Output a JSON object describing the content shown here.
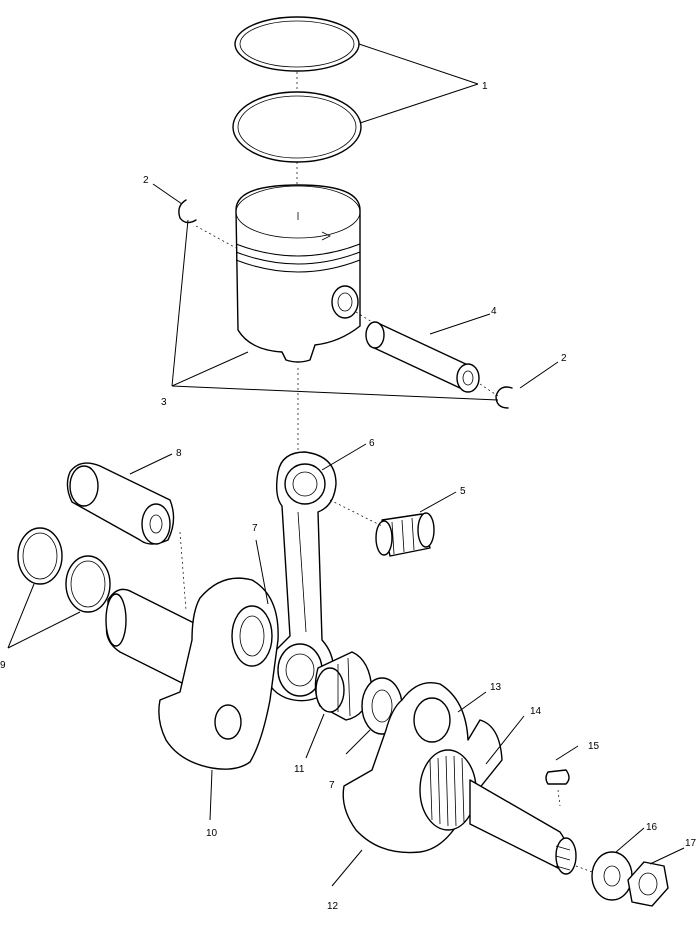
{
  "callouts": [
    {
      "id": "c1",
      "label": "1"
    },
    {
      "id": "c2a",
      "label": "2"
    },
    {
      "id": "c2b",
      "label": "2"
    },
    {
      "id": "c3",
      "label": "3"
    },
    {
      "id": "c4",
      "label": "4"
    },
    {
      "id": "c5",
      "label": "5"
    },
    {
      "id": "c6",
      "label": "6"
    },
    {
      "id": "c7a",
      "label": "7"
    },
    {
      "id": "c7b",
      "label": "7"
    },
    {
      "id": "c8",
      "label": "8"
    },
    {
      "id": "c9",
      "label": "9"
    },
    {
      "id": "c10",
      "label": "10"
    },
    {
      "id": "c11",
      "label": "11"
    },
    {
      "id": "c12",
      "label": "12"
    },
    {
      "id": "c13",
      "label": "13"
    },
    {
      "id": "c14",
      "label": "14"
    },
    {
      "id": "c15",
      "label": "15"
    },
    {
      "id": "c16",
      "label": "16"
    },
    {
      "id": "c17",
      "label": "17"
    }
  ]
}
